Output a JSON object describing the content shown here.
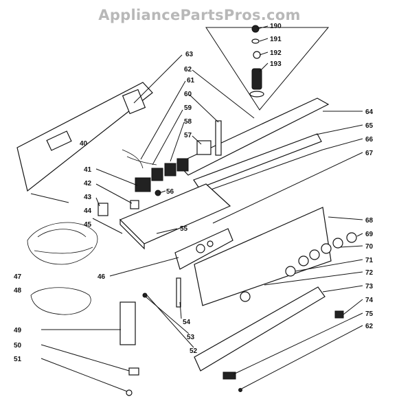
{
  "watermark": "AppliancePartsPros.com",
  "callouts": [
    {
      "id": "190",
      "label": "190"
    },
    {
      "id": "191",
      "label": "191"
    },
    {
      "id": "192",
      "label": "192"
    },
    {
      "id": "193",
      "label": "193"
    },
    {
      "id": "63",
      "label": "63"
    },
    {
      "id": "62a",
      "label": "62"
    },
    {
      "id": "61",
      "label": "61"
    },
    {
      "id": "60",
      "label": "60"
    },
    {
      "id": "59",
      "label": "59"
    },
    {
      "id": "58",
      "label": "58"
    },
    {
      "id": "57",
      "label": "57"
    },
    {
      "id": "64",
      "label": "64"
    },
    {
      "id": "65",
      "label": "65"
    },
    {
      "id": "66",
      "label": "66"
    },
    {
      "id": "67",
      "label": "67"
    },
    {
      "id": "40",
      "label": "40"
    },
    {
      "id": "41",
      "label": "41"
    },
    {
      "id": "42",
      "label": "42"
    },
    {
      "id": "56",
      "label": "56"
    },
    {
      "id": "43",
      "label": "43"
    },
    {
      "id": "44",
      "label": "44"
    },
    {
      "id": "45",
      "label": "45"
    },
    {
      "id": "55",
      "label": "55"
    },
    {
      "id": "68",
      "label": "68"
    },
    {
      "id": "69",
      "label": "69"
    },
    {
      "id": "70",
      "label": "70"
    },
    {
      "id": "71",
      "label": "71"
    },
    {
      "id": "47",
      "label": "47"
    },
    {
      "id": "46",
      "label": "46"
    },
    {
      "id": "72",
      "label": "72"
    },
    {
      "id": "73",
      "label": "73"
    },
    {
      "id": "48",
      "label": "48"
    },
    {
      "id": "74",
      "label": "74"
    },
    {
      "id": "54",
      "label": "54"
    },
    {
      "id": "75",
      "label": "75"
    },
    {
      "id": "49",
      "label": "49"
    },
    {
      "id": "53",
      "label": "53"
    },
    {
      "id": "62b",
      "label": "62"
    },
    {
      "id": "52",
      "label": "52"
    },
    {
      "id": "50",
      "label": "50"
    },
    {
      "id": "51",
      "label": "51"
    }
  ]
}
